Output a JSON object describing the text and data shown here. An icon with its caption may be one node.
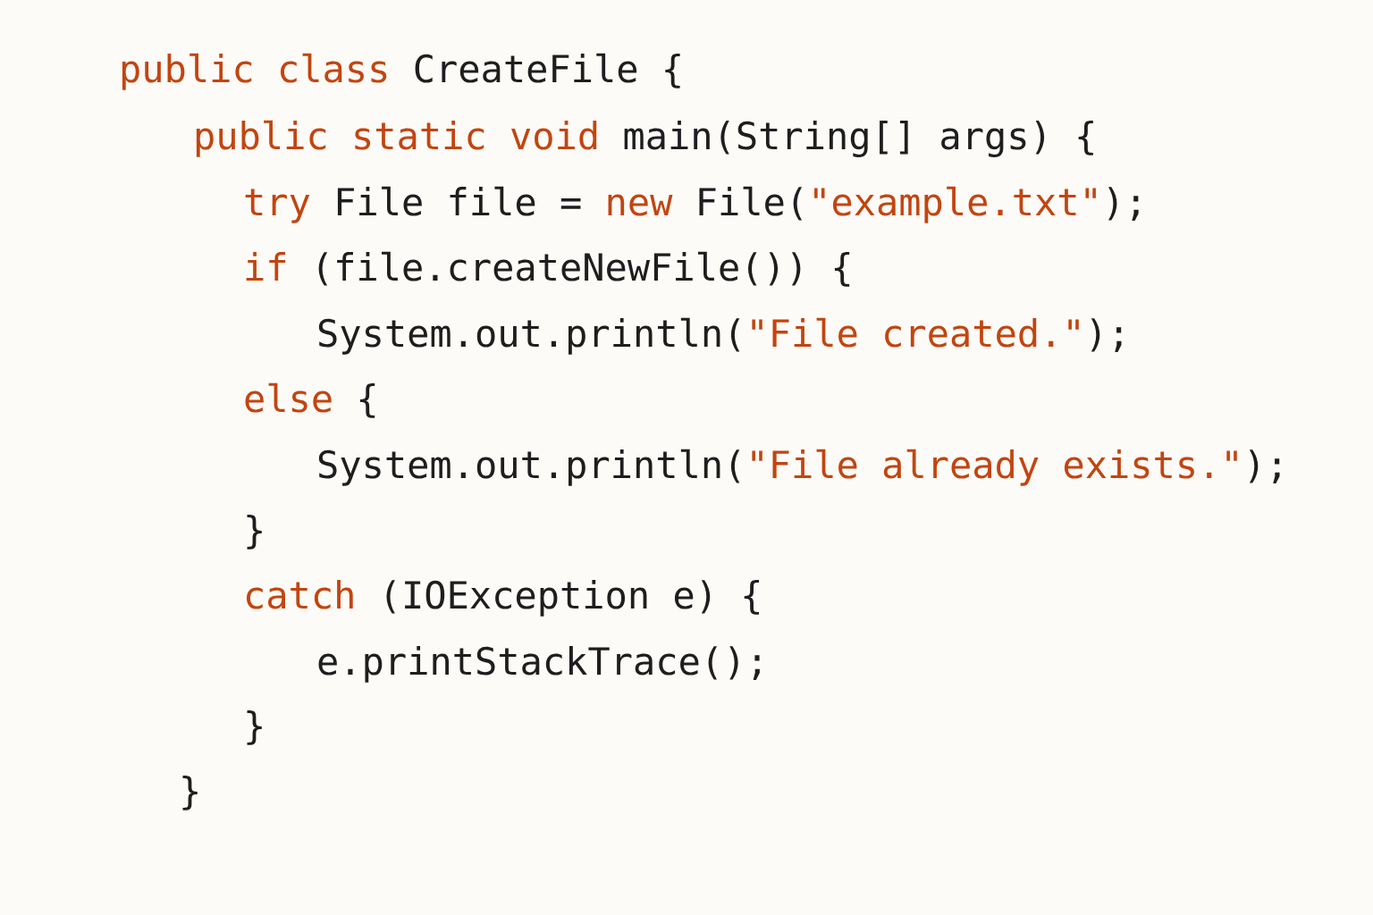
{
  "diagram": {
    "labels": [
      "public class",
      "CreateFile {",
      "public static void",
      "main(String[] args) {",
      "try",
      "File file =",
      "new",
      "File(",
      "\"example.txt\"",
      ");",
      "if",
      "(file.createNewFile()) {",
      "System.out.println(",
      "\"File created.\"",
      ");",
      "else",
      "{",
      "System.out.println(",
      "\"File already exists.\"",
      ");",
      "}",
      "catch",
      "(IOException e) {",
      "e.printStackTrace();",
      "}",
      "}"
    ]
  }
}
